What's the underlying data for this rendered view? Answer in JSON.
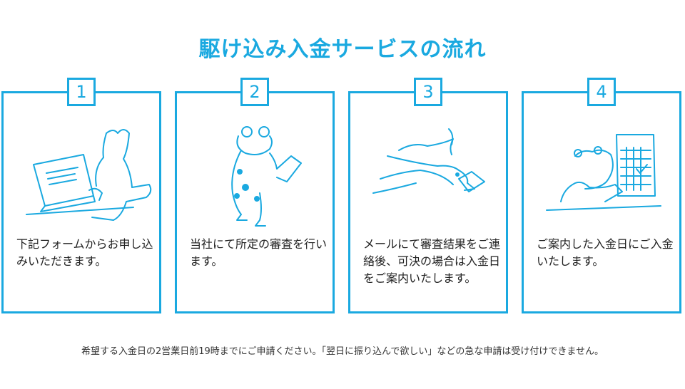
{
  "title": "駆け込み入金サービスの流れ",
  "steps": [
    {
      "number": "1",
      "text": "下記フォームからお申し込みいただきます。",
      "illustration": "cat-with-laptop-icon"
    },
    {
      "number": "2",
      "text": "当社にて所定の審査を行います。",
      "illustration": "frog-reading-paper-icon"
    },
    {
      "number": "3",
      "text": "メールにて審査結果をご連絡後、可決の場合は入金日をご案内いたします。",
      "illustration": "bird-carrying-letter-icon"
    },
    {
      "number": "4",
      "text": "ご案内した入金日にご入金いたします。",
      "illustration": "bear-with-calendar-icon"
    }
  ],
  "note": "希望する入金日の2営業日前19時までにご申請ください。「翌日に振り込んで欲しい」などの急な申請は受け付けできません。",
  "colors": {
    "accent": "#1aa9e0",
    "text": "#222222"
  }
}
